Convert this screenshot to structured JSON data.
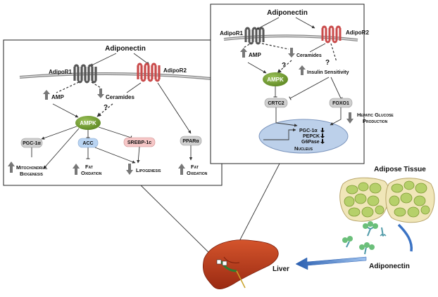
{
  "colors": {
    "ampk": "#6f9a2c",
    "pink_box": "#f6c7c7",
    "blue_box": "#b9d4f2",
    "grey_box": "#cfcfcf",
    "nucleus": "#bcd0ea",
    "receptor1": "#555555",
    "receptor2": "#c94a4a",
    "liver": "#b53a1c",
    "arrow_blue": "#3b73c4"
  },
  "left_panel": {
    "adiponectin": "Adiponectin",
    "receptor1": "AdipoR1",
    "receptor2": "AdipoR2",
    "amp": "AMP",
    "ceramides": "Ceramides",
    "question": "?",
    "ampk": "AMPK",
    "pgc1a": "PGC-1α",
    "acc": "ACC",
    "srebp": "SREBP-1c",
    "ppara": "PPARα",
    "mito_1": "Mitochondrial",
    "mito_2": "Biogenesis",
    "fat_ox_1": "Fat",
    "fat_ox_2": "Oxidation",
    "lipo": "Lipogenesis",
    "fat_ox2_1": "Fat",
    "fat_ox2_2": "Oxidation"
  },
  "right_panel": {
    "adiponectin": "Adiponectin",
    "receptor1": "AdipoR1",
    "receptor2": "AdipoR2",
    "amp": "AMP",
    "ceramides": "Ceramides",
    "q1": "?",
    "q2": "?",
    "insulin": "Insulin Sensitivity",
    "ampk": "AMPK",
    "crtc2": "CRTC2",
    "foxo1": "FOXO1",
    "hgp_1": "Hepatic Glucose",
    "hgp_2": "Production",
    "pgc1a": "PGC-1α",
    "pepck": "PEPCK",
    "g6pase": "G6Pase",
    "nucleus": "Nucleus"
  },
  "adipose_label": "Adipose Tissue",
  "adiponectin_label": "Adiponectin",
  "liver_label": "Liver"
}
